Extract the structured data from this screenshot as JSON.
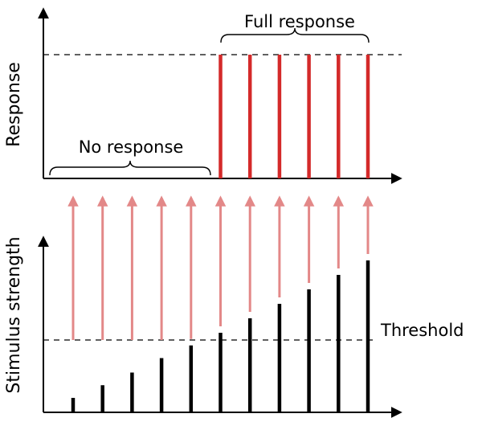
{
  "labels": {
    "response_axis": "Response",
    "stimulus_axis": "Stimulus strength",
    "full_response": "Full response",
    "no_response": "No response",
    "threshold": "Threshold"
  },
  "colors": {
    "response_bar": "#d42a2a",
    "stimulus_bar": "#000000",
    "arrow": "#e38888",
    "axis": "#000000",
    "dashed": "#000000"
  },
  "stimuli": {
    "threshold_level": 0.4,
    "full_response_level": 1.0,
    "items": [
      {
        "strength": 0.08,
        "responds": false
      },
      {
        "strength": 0.15,
        "responds": false
      },
      {
        "strength": 0.22,
        "responds": false
      },
      {
        "strength": 0.3,
        "responds": false
      },
      {
        "strength": 0.37,
        "responds": false
      },
      {
        "strength": 0.44,
        "responds": true
      },
      {
        "strength": 0.52,
        "responds": true
      },
      {
        "strength": 0.6,
        "responds": true
      },
      {
        "strength": 0.68,
        "responds": true
      },
      {
        "strength": 0.76,
        "responds": true
      },
      {
        "strength": 0.84,
        "responds": true
      }
    ]
  }
}
